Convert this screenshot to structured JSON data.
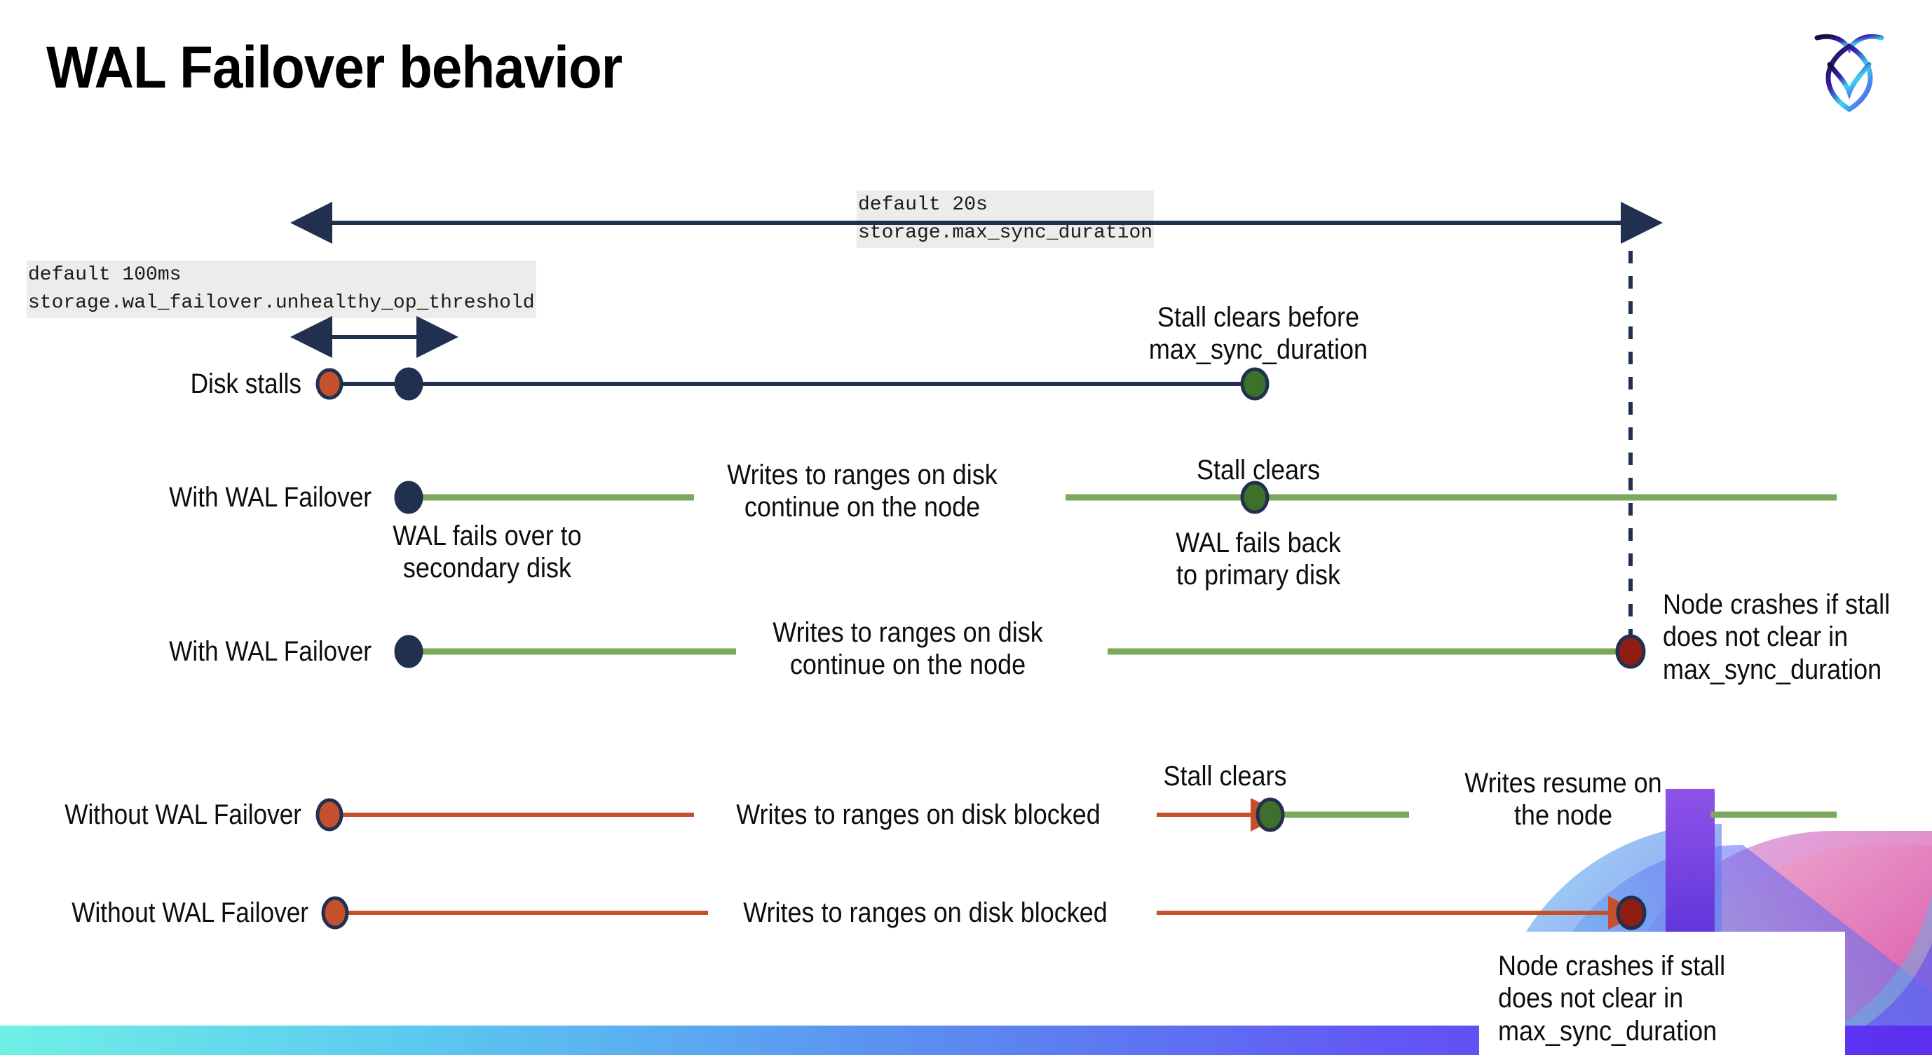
{
  "slide": {
    "title": "WAL Failover behavior",
    "logo_name": "cockroachdb-logo"
  },
  "settings": [
    {
      "id": "max-sync-duration",
      "default_line": "default 20s",
      "name_line": "storage.max_sync_duration"
    },
    {
      "id": "unhealthy-op-threshold",
      "default_line": "default 100ms",
      "name_line": "storage.wal_failover.unhealthy_op_threshold"
    }
  ],
  "rows": [
    {
      "id": "disk-stalls",
      "label": "Disk stalls"
    },
    {
      "id": "with-wal-failover-1",
      "label": "With WAL Failover"
    },
    {
      "id": "with-wal-failover-2",
      "label": "With WAL Failover"
    },
    {
      "id": "without-wal-failover-1",
      "label": "Without WAL Failover"
    },
    {
      "id": "without-wal-failover-2",
      "label": "Without WAL Failover"
    }
  ],
  "annotations": {
    "stall_clears_before": "Stall clears before\nmax_sync_duration",
    "writes_continue_1": "Writes to ranges on disk\ncontinue on the node",
    "stall_clears_a": "Stall clears",
    "wal_fails_over": "WAL fails over to\nsecondary disk",
    "wal_fails_back": "WAL fails  back\nto primary disk",
    "writes_continue_2": "Writes to ranges on disk\ncontinue on the node",
    "node_crashes_1": "Node crashes if stall\ndoes not clear in\nmax_sync_duration",
    "stall_clears_b": "Stall clears",
    "writes_blocked_1": "Writes to ranges on disk  blocked",
    "writes_resume": "Writes resume on\nthe node",
    "writes_blocked_2": "Writes to ranges on disk  blocked",
    "node_crashes_2": "Node crashes if stall\ndoes not clear in\nmax_sync_duration"
  },
  "colors": {
    "navy": "#22304f",
    "green_line": "#7ba85c",
    "green_dot": "#3d702b",
    "orange": "#c4502c",
    "dark_red": "#8e1d14",
    "code_bg": "#ececec",
    "text": "#0d0d0d"
  },
  "legend": {
    "dot_start_stall": "orange-dot-stall-start",
    "dot_failover": "navy-dot-failover",
    "dot_clear": "green-dot-stall-clear",
    "dot_crash": "dark-red-dot-node-crash"
  }
}
